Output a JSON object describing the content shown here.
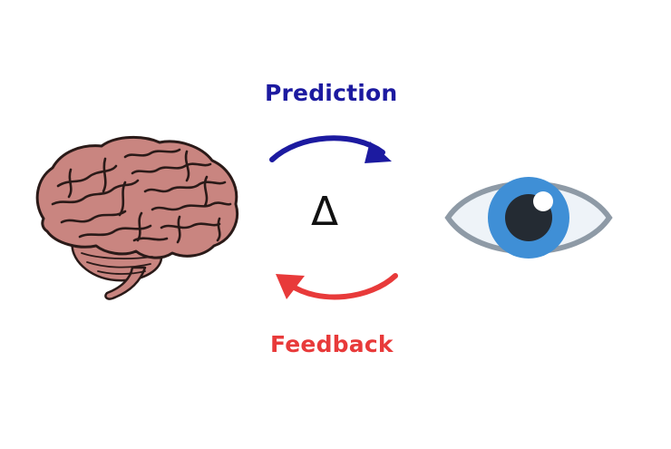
{
  "labels": {
    "prediction": "Prediction",
    "feedback": "Feedback",
    "delta_symbol": "Δ"
  },
  "colors": {
    "prediction": "#1c1aa0",
    "feedback": "#e83a3a",
    "brain_fill": "#c98580",
    "brain_outline": "#2a1a18",
    "eye_white": "#eef3f8",
    "eye_outline": "#8e9aa6",
    "iris": "#3f8fd6",
    "pupil": "#242b33"
  },
  "icons": {
    "brain": "brain-icon",
    "eye": "eye-icon",
    "prediction_arrow": "arrow-right-curved-icon",
    "feedback_arrow": "arrow-left-curved-icon"
  }
}
